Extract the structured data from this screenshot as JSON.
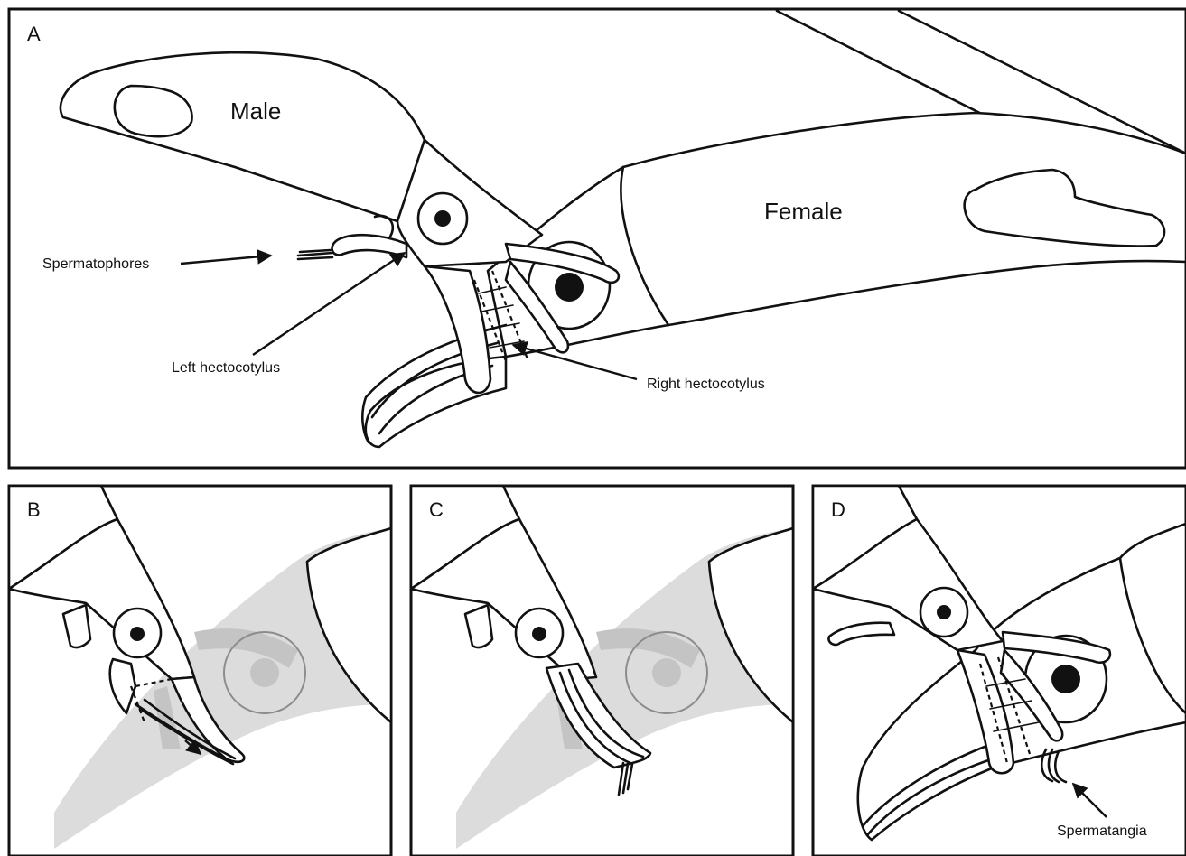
{
  "panels": {
    "a": {
      "letter": "A",
      "male_label": "Male",
      "female_label": "Female",
      "spermatophores_label": "Spermatophores",
      "left_hectocotylus_label": "Left hectocotylus",
      "right_hectocotylus_label": "Right hectocotylus"
    },
    "b": {
      "letter": "B"
    },
    "c": {
      "letter": "C"
    },
    "d": {
      "letter": "D",
      "spermatangia_label": "Spermatangia"
    }
  },
  "colors": {
    "ink": "#111111",
    "ghost_fill": "#dcdcdc",
    "ghost_dark": "#c4c4c4"
  }
}
